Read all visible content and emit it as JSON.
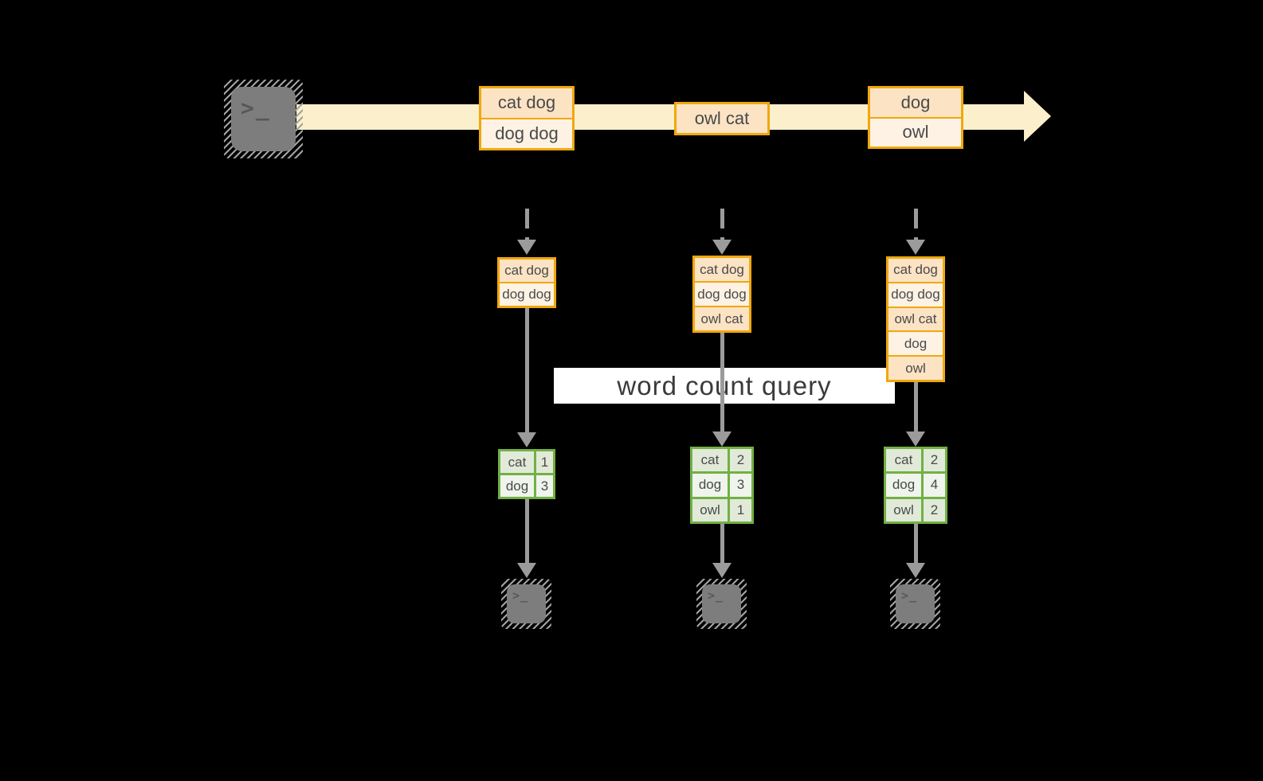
{
  "colors": {
    "bg": "#000000",
    "orange_border": "#f0a80d",
    "peach": "#fbe3c4",
    "cream": "#fdf2e3",
    "band": "#fbf0cb",
    "green_border": "#72b045",
    "green_dark": "#e1ead8",
    "green_light": "#eff4ec",
    "gray": "#9b9b9b",
    "terminal": "#7d7d7d",
    "text": "#4a4a4a",
    "query_text": "#3b3b3b"
  },
  "icons": {
    "prompt": ">_"
  },
  "query": {
    "label": "word count query"
  },
  "stream": {
    "events": [
      {
        "lines": [
          "cat dog",
          "dog dog"
        ]
      },
      {
        "lines": [
          "owl cat"
        ]
      },
      {
        "lines": [
          "dog",
          "owl"
        ]
      }
    ]
  },
  "columns": [
    {
      "buffer": [
        "cat dog",
        "dog dog"
      ],
      "counts": [
        {
          "word": "cat",
          "count": 1
        },
        {
          "word": "dog",
          "count": 3
        }
      ]
    },
    {
      "buffer": [
        "cat dog",
        "dog dog",
        "owl cat"
      ],
      "counts": [
        {
          "word": "cat",
          "count": 2
        },
        {
          "word": "dog",
          "count": 3
        },
        {
          "word": "owl",
          "count": 1
        }
      ]
    },
    {
      "buffer": [
        "cat dog",
        "dog dog",
        "owl cat",
        "dog",
        "owl"
      ],
      "counts": [
        {
          "word": "cat",
          "count": 2
        },
        {
          "word": "dog",
          "count": 4
        },
        {
          "word": "owl",
          "count": 2
        }
      ]
    }
  ]
}
